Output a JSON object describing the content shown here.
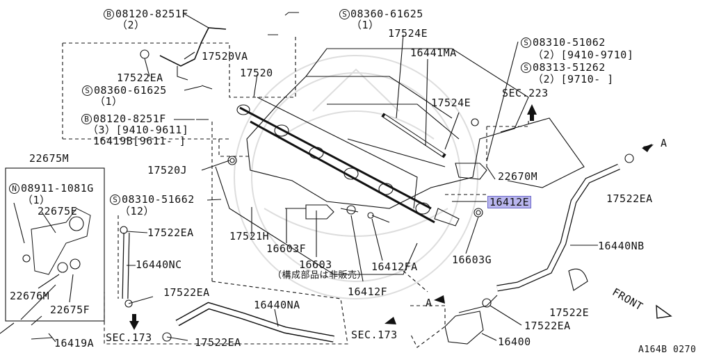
{
  "diagram": {
    "part_labels": {
      "b_08120_8251f_top": "08120-8251F",
      "qty_2_top": "（2）",
      "s_08360_61625_top": "08360-61625",
      "qty_1_top": "（1）",
      "p17524e_top": "17524E",
      "p16441ma": "16441MA",
      "s_08310_51062": "08310-51062",
      "s_08310_51062_sub": "（2）[9410-9710]",
      "s_08313_51262": "08313-51262",
      "s_08313_51262_sub": "（2）[9710-     ]",
      "sec223": "SEC.223",
      "p17520va": "17520VA",
      "p17522ea_1": "17522EA",
      "p17520": "17520",
      "s_08360_61625_mid": "08360-61625",
      "qty_1_mid": "（1）",
      "b_08120_8251f_mid": "08120-8251F",
      "sub_3_9410": "（3）[9410-9611]",
      "p16419b": "16419B[9611-    ]",
      "p17524e_mid": "17524E",
      "p22675m": "22675M",
      "n_08911_1081g": "08911-1081G",
      "qty_1_n": "（1）",
      "p22675e": "22675E",
      "p17520j": "17520J",
      "p22670m": "22670M",
      "arrow_a_top": "A",
      "p16412e": "16412E",
      "p17522ea_right": "17522EA",
      "s_08310_51662": "08310-51662",
      "qty_12": "（12）",
      "p17522ea_mid": "17522EA",
      "p17521h": "17521H",
      "p16603f": "16603F",
      "p16603": "16603",
      "p16603_note": "（構成部品は非販売）",
      "p16412fa": "16412FA",
      "p16603g": "16603G",
      "p16440nb": "16440NB",
      "p16440nc": "16440NC",
      "p16412f": "16412F",
      "p22676m": "22676M",
      "p22675f": "22675F",
      "p17522ea_low": "17522EA",
      "p16440na": "16440NA",
      "arrow_a_mid": "A",
      "p17522e": "17522E",
      "front": "FRONT",
      "sec173_left": "SEC.173",
      "sec173_right": "SEC.173",
      "p17522ea_bottom_right": "17522EA",
      "p17522ea_bottom_left": "17522EA",
      "p16400": "16400",
      "p16419a": "16419A",
      "diagram_code": "A164B 0270"
    },
    "circle_refs": {
      "b": "B",
      "s": "S",
      "n": "N"
    }
  }
}
